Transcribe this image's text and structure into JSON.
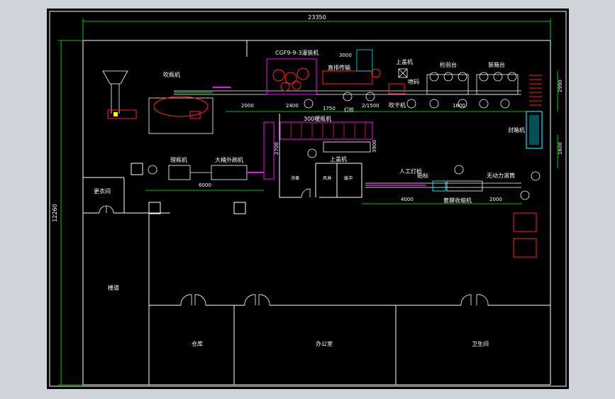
{
  "colors": {
    "frame": "#cfd3da",
    "background": "#000000",
    "wall": "#ffffff",
    "equipment": "#ff2020",
    "conveyor": "#ff00ff",
    "dimension": "#00ff00",
    "cyan": "#00e5ff",
    "yellow": "#ffff00"
  },
  "dimensions": {
    "total_width": "23350",
    "total_height": "12260",
    "d_3000": "3000",
    "d_2000": "2000",
    "d_2400": "2400",
    "d_1750": "1750",
    "d_2_1500": "2/1500",
    "d_1600": "1600",
    "d_2990": "2990",
    "d_6000": "6000",
    "d_2700": "2700",
    "d_3900": "3900",
    "d_4000": "4000",
    "d_2000b": "2000",
    "d_1600b": "1600"
  },
  "labels": {
    "blow_bottle": "吹瓶机",
    "filling": "CGF9-9-3灌装机",
    "bottle_conveyor": "直排传输",
    "unloading": "上盖机",
    "spray_code": "喷码",
    "inspect_table": "检验台",
    "packing_table": "装箱台",
    "dryer": "吹干机",
    "light_inspect": "灯检",
    "sealing": "封箱机",
    "warm_bottle": "300暖瓶机",
    "cap_loader": "上盖机",
    "bottle_sorting": "理瓶机",
    "outer_wash": "大桶外刷机",
    "manual_light": "人工灯检",
    "labeling": "贴标",
    "power_roller": "无动力滚筒",
    "shrink_pack": "套膜收缩机",
    "changing_room": "更衣间",
    "corridor": "楼道",
    "warehouse": "仓库",
    "office": "办公室",
    "restroom": "卫生间",
    "small_room_left": "消毒",
    "small_room_mid": "风淋",
    "small_room_right": "缓冲"
  }
}
